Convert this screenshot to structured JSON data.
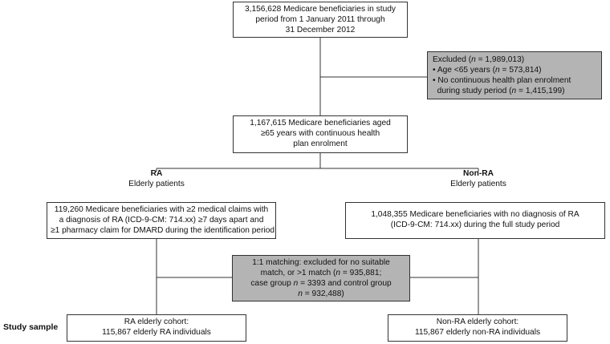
{
  "boxes": {
    "top": {
      "lines": [
        "3,156,628 Medicare beneficiaries in study",
        "period from 1 January 2011 through",
        "31 December 2012"
      ]
    },
    "excluded": {
      "title_pre": "Excluded (",
      "title_n": "n",
      "title_post": " = 1,989,013)",
      "item1_pre": "• Age <65 years (",
      "item1_n": "n",
      "item1_post": " = 573,814)",
      "item2_line1": "• No continuous health plan enrolment",
      "item2_pre": "  during study period (",
      "item2_n": "n",
      "item2_post": " = 1,415,199)"
    },
    "middle": {
      "lines": [
        "1,167,615 Medicare beneficiaries aged",
        "≥65 years with continuous health",
        "plan enrolment"
      ]
    },
    "ra": {
      "lines": [
        "119,260 Medicare beneficiaries with ≥2 medical claims with",
        "a diagnosis of RA (ICD-9-CM: 714.xx) ≥7 days apart and",
        "≥1 pharmacy claim for DMARD during the identification period"
      ]
    },
    "non_ra": {
      "lines": [
        "1,048,355 Medicare beneficiaries with no diagnosis of RA",
        "(ICD-9-CM: 714.xx) during the full study period"
      ]
    },
    "matching": {
      "line1": "1:1 matching: excluded for no suitable",
      "line2_pre": "match, or >1 match (",
      "line2_n": "n",
      "line2_post": " = 935,881;",
      "line3_pre": "case group ",
      "line3_n": "n",
      "line3_post": " = 3393 and control group",
      "line4_n": "n",
      "line4_post": " = 932,488)"
    },
    "ra_cohort": {
      "lines": [
        "RA elderly cohort:",
        "115,867 elderly RA individuals"
      ]
    },
    "non_ra_cohort": {
      "lines": [
        "Non-RA elderly cohort:",
        "115,867 elderly non-RA individuals"
      ]
    }
  },
  "headers": {
    "ra_title": "RA",
    "ra_sub": "Elderly patients",
    "non_ra_title": "Non-RA",
    "non_ra_sub": "Elderly patients"
  },
  "study_sample_label": "Study sample",
  "colors": {
    "grey_box": "#b4b4b4",
    "line": "#333333"
  }
}
